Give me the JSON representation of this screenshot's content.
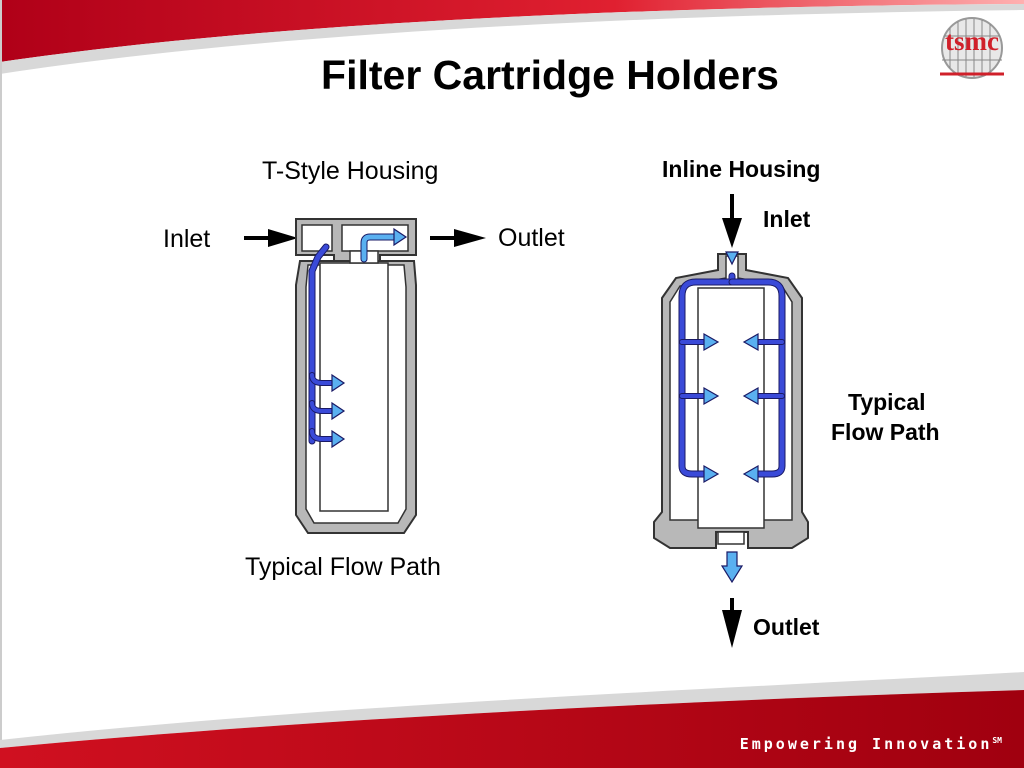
{
  "header": {
    "title": "Filter Cartridge Holders",
    "logo_text": "tsmc"
  },
  "t_style": {
    "title": "T-Style Housing",
    "inlet": "Inlet",
    "outlet": "Outlet",
    "caption": "Typical Flow Path"
  },
  "inline": {
    "title": "Inline Housing",
    "inlet": "Inlet",
    "outlet": "Outlet",
    "caption_line1": "Typical",
    "caption_line2": "Flow Path"
  },
  "footer": {
    "tagline": "Empowering Innovation",
    "mark": "SM"
  },
  "colors": {
    "brand_red": "#c8102e",
    "flow_blue_dark": "#3344cc",
    "flow_blue_light": "#55aaee",
    "housing_gray": "#b0b0b0"
  }
}
